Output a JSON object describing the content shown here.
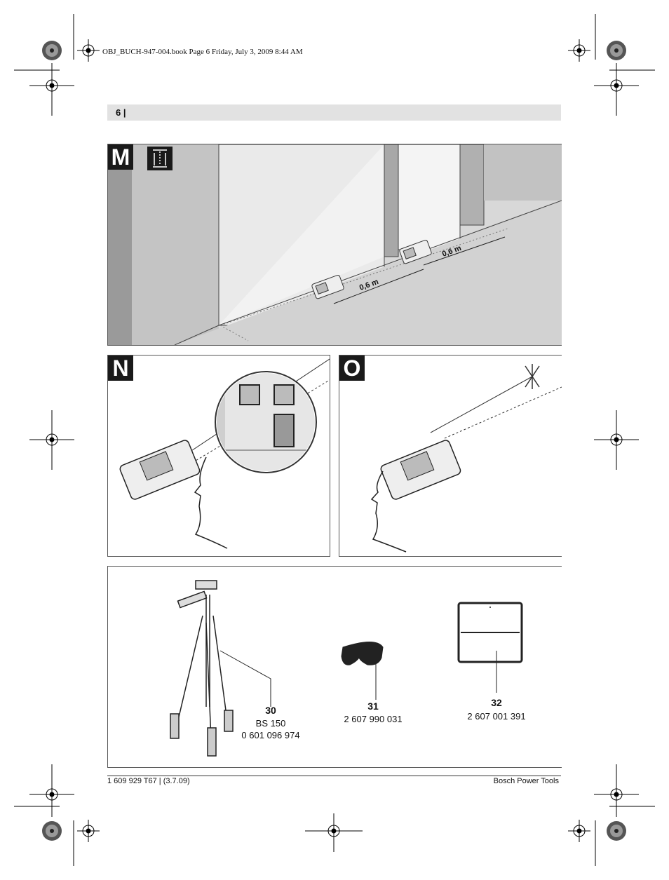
{
  "print_header": "OBJ_BUCH-947-004.book  Page 6  Friday, July 3, 2009  8:44 AM",
  "page_number": "6 |",
  "panels": {
    "m": {
      "label": "M",
      "dist_label_1": "0,6 m",
      "dist_label_2": "0,6 m"
    },
    "n": {
      "label": "N"
    },
    "o": {
      "label": "O"
    }
  },
  "accessories": [
    {
      "number": "30",
      "name": "BS 150",
      "part_number": "0 601 096 974"
    },
    {
      "number": "31",
      "part_number": "2 607 990 031"
    },
    {
      "number": "32",
      "part_number": "2 607 001 391"
    }
  ],
  "footer": {
    "left": "1 609 929 T67 | (3.7.09)",
    "right": "Bosch Power Tools"
  },
  "colors": {
    "header_bar": "#e2e2e2",
    "wall": "#bdbdbd",
    "floor": "#d6d6d6",
    "tag": "#1a1a1a"
  }
}
